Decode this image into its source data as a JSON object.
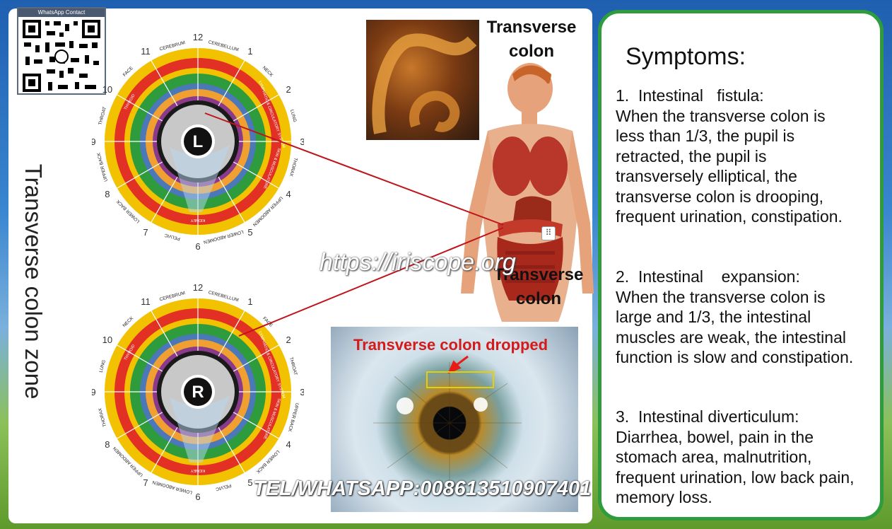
{
  "qr": {
    "caption": "WhatsApp Contact"
  },
  "zone_title": "Transverse colon zone",
  "left_chart": {
    "center_letter": "L",
    "hours": [
      "12",
      "1",
      "2",
      "3",
      "4",
      "5",
      "6",
      "7",
      "8",
      "9",
      "10",
      "11"
    ],
    "outer_labels": [
      "CEREBELLUM",
      "NECK",
      "LUNG",
      "THORAX",
      "UPPER ABDOMEN",
      "LOWER ABDOMEN",
      "PELVIC",
      "LOWER BACK",
      "UPPER BACK",
      "THROAT",
      "FACE",
      "CEREBRUM"
    ],
    "inner_labels": [
      "THYROID",
      "KIDNEY",
      "LYMPHATIC & CIRCULATORY SYSTEM",
      "SKIN & MUSCULATURE"
    ]
  },
  "right_chart": {
    "center_letter": "R",
    "hours": [
      "12",
      "1",
      "2",
      "3",
      "4",
      "5",
      "6",
      "7",
      "8",
      "9",
      "10",
      "11"
    ],
    "outer_labels": [
      "CEREBELLUM",
      "FACE",
      "THROAT",
      "UPPER BACK",
      "LOWER BACK",
      "PELVIC",
      "LOWER ABDOMEN",
      "UPPER ABDOMEN",
      "THORAX",
      "LUNG",
      "NECK",
      "CEREBRUM"
    ],
    "inner_labels": [
      "THYROID",
      "KIDNEY",
      "LYMPHATIC & CIRCULATORY SYSTEM",
      "SKIN & MUSCULATURE"
    ]
  },
  "anatomy": {
    "top_label": "Transverse colon",
    "body_label": "Transverse colon"
  },
  "eye_photo": {
    "caption": "Transverse colon dropped"
  },
  "watermark": "https://iriscope.org",
  "tel": "TEL/WHATSAPP:008613510907401",
  "colors": {
    "panel_border": "#2e9c3c",
    "caption_red": "#d41a1a",
    "highlight_box": "#e8d000",
    "pointer_line": "#c0141c"
  },
  "symptoms": {
    "title": "Symptoms:",
    "items": [
      {
        "heading": "1.  Intestinal   fistula:",
        "text": "When the transverse colon is less than 1/3, the pupil is retracted, the pupil is transversely elliptical, the transverse colon is drooping, frequent urination, constipation."
      },
      {
        "heading": "2.  Intestinal    expansion:",
        "text": "When the transverse colon is large and 1/3, the intestinal muscles are weak, the intestinal function is slow and constipation."
      },
      {
        "heading": "3.  Intestinal diverticulum:",
        "text": "Diarrhea, bowel, pain in the stomach area, malnutrition, frequent urination, low back pain, memory loss."
      }
    ]
  }
}
